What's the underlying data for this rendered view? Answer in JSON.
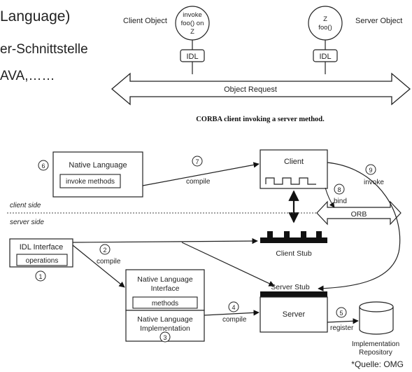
{
  "slide": {
    "line1": "Language)",
    "line2": "er-Schnittstelle",
    "line3": "AVA,……"
  },
  "top_diagram": {
    "client_object": "Client Object",
    "client_bubble": [
      "invoke",
      "foo() on",
      "Z"
    ],
    "server_object": "Server Object",
    "server_bubble": [
      "Z",
      "foo()"
    ],
    "idl_left": "IDL",
    "idl_right": "IDL",
    "object_request": "Object Request",
    "caption": "CORBA client invoking a server method."
  },
  "bottom_diagram": {
    "native_language": "Native Language",
    "invoke_methods": "invoke methods",
    "client": "Client",
    "compile_top": "compile",
    "bind": "bind",
    "invoke": "invoke",
    "orb": "ORB",
    "client_side": "client side",
    "server_side": "server side",
    "idl_interface": "IDL Interface",
    "operations": "operations",
    "compile_mid": "compile",
    "client_stub": "Client Stub",
    "nl_interface": [
      "Native Language",
      "Interface"
    ],
    "methods": "methods",
    "nl_implementation": [
      "Native Language",
      "Implementation"
    ],
    "server_stub": "Server Stub",
    "server": "Server",
    "compile_bottom": "compile",
    "register": "register",
    "impl_repo": [
      "Implementation",
      "Repository"
    ],
    "steps": [
      "1",
      "2",
      "3",
      "4",
      "5",
      "6",
      "7",
      "8",
      "9"
    ]
  },
  "source": "*Quelle: OMG"
}
